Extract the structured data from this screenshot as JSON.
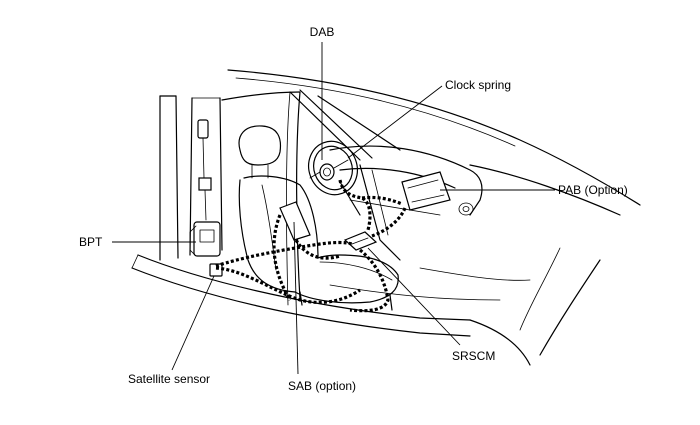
{
  "labels": {
    "dab": "DAB",
    "clock_spring": "Clock spring",
    "pab": "PAB (Option)",
    "bpt": "BPT",
    "srscm": "SRSCM",
    "satellite_sensor": "Satellite sensor",
    "sab": "SAB (option)"
  },
  "colors": {
    "line": "#000000",
    "background": "#ffffff"
  }
}
